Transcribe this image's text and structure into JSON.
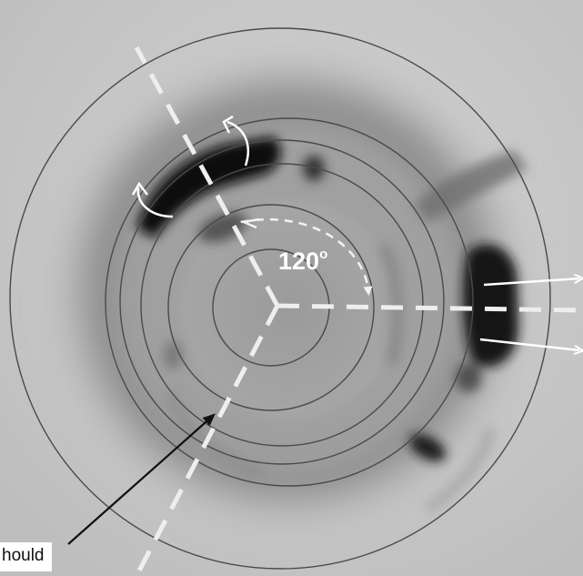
{
  "angle_label": {
    "value": "120",
    "unit": "o"
  },
  "caption": "hould",
  "colors": {
    "background": "#c4c4c4",
    "film_dark": "#101010",
    "rings": "#555555",
    "dashed_lines": "#eeeeee",
    "arrows_white": "#ffffff",
    "pointer_arrow": "#111111"
  },
  "icons": {
    "rotation_arrows": "curved-arrow-icon",
    "outgoing_arrows": "arrow-right-icon",
    "pointer": "arrow-up-right-icon"
  }
}
